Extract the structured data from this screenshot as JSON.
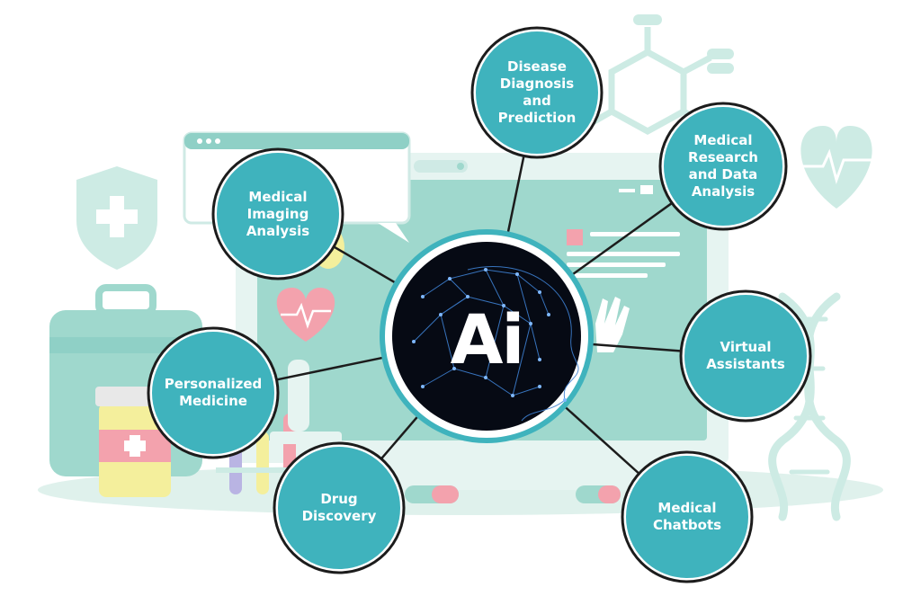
{
  "center": {
    "label": "Ai",
    "icon": "ai-head-icon"
  },
  "nodes": [
    {
      "id": "disease-diagnosis",
      "label": "Disease\nDiagnosis\nand\nPrediction"
    },
    {
      "id": "medical-research",
      "label": "Medical\nResearch\nand Data\nAnalysis"
    },
    {
      "id": "medical-imaging",
      "label": "Medical\nImaging\nAnalysis"
    },
    {
      "id": "virtual-assistants",
      "label": "Virtual\nAssistants"
    },
    {
      "id": "personalized-medicine",
      "label": "Personalized\nMedicine"
    },
    {
      "id": "drug-discovery",
      "label": "Drug\nDiscovery"
    },
    {
      "id": "medical-chatbots",
      "label": "Medical\nChatbots"
    }
  ],
  "colors": {
    "node_fill": "#3fb3bd",
    "node_border": "#1c1c1c",
    "connector": "#1c1c1c",
    "center_fill": "#060a14",
    "center_ring": "#3fb3bd",
    "background_mint": "#cdebe4",
    "background_teal": "#8fd0c6",
    "accent_pink": "#f3a2ad",
    "accent_yellow": "#f4ef9c"
  },
  "background_icons": [
    "shield-cross-icon",
    "heart-pulse-icon",
    "molecule-icon",
    "dna-icon",
    "pill-bottle-icon",
    "medical-case-icon",
    "monitor-icon",
    "test-tubes-icon",
    "microscope-icon",
    "capsule-icon"
  ]
}
